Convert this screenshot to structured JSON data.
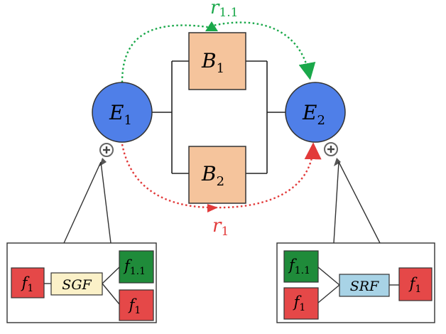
{
  "nodes": {
    "e1": {
      "label": "E",
      "sub": "1"
    },
    "e2": {
      "label": "E",
      "sub": "2"
    },
    "b1": {
      "label": "B",
      "sub": "1"
    },
    "b2": {
      "label": "B",
      "sub": "2"
    }
  },
  "routes": {
    "green": {
      "label": "r",
      "sub": "1.1"
    },
    "red": {
      "label": "r",
      "sub": "1"
    }
  },
  "left_detail": {
    "input": {
      "label": "f",
      "sub": "1"
    },
    "function": "SGF",
    "out_top": {
      "label": "f",
      "sub": "1.1"
    },
    "out_bottom": {
      "label": "f",
      "sub": "1"
    }
  },
  "right_detail": {
    "in_top": {
      "label": "f",
      "sub": "1.1"
    },
    "in_bottom": {
      "label": "f",
      "sub": "1"
    },
    "function": "SRF",
    "output": {
      "label": "f",
      "sub": "1"
    }
  },
  "colors": {
    "endpoint_fill": "#4f7fe8",
    "bridge_fill": "#f5c49c",
    "green_route": "#1aa84a",
    "red_route": "#e23a3a",
    "flow_green": "#1f8b3a",
    "flow_red": "#e54848",
    "sgf_fill": "#fbf1c8",
    "srf_fill": "#a8d3e6"
  }
}
